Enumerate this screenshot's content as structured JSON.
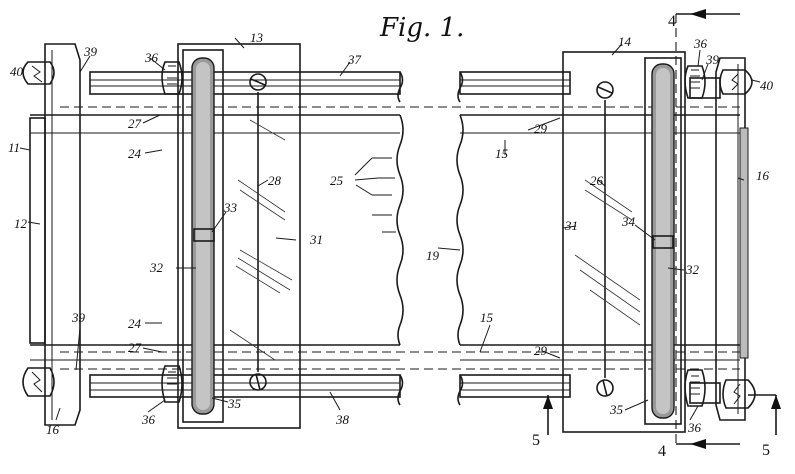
{
  "title": "Fig. 1.",
  "section_labels": [
    "4",
    "4",
    "5",
    "5"
  ],
  "reference_numerals": [
    "11",
    "12",
    "13",
    "14",
    "15",
    "15",
    "16",
    "16",
    "19",
    "24",
    "24",
    "25",
    "26",
    "27",
    "27",
    "28",
    "29",
    "29",
    "31",
    "31",
    "32",
    "32",
    "33",
    "34",
    "35",
    "35",
    "36",
    "36",
    "36",
    "36",
    "37",
    "38",
    "39",
    "39",
    "39",
    "40",
    "40"
  ]
}
